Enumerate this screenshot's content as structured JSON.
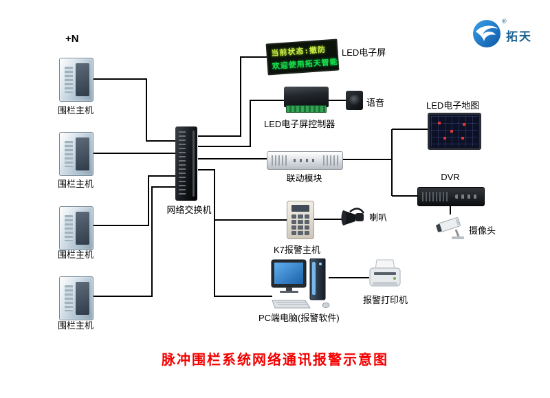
{
  "logo": {
    "brand": "拓天",
    "registered": "®"
  },
  "annotations": {
    "plus_n": "+N"
  },
  "devices": {
    "fence_host": {
      "label": "围栏主机"
    },
    "switch": {
      "label": "网络交换机"
    },
    "led_screen": {
      "label": "LED电子屏",
      "line1": "当前状态:撤防",
      "line2": "欢迎使用拓天智能"
    },
    "led_controller": {
      "label": "LED电子屏控制器"
    },
    "voice": {
      "label": "语音"
    },
    "linkage_module": {
      "label": "联动模块"
    },
    "led_map": {
      "label": "LED电子地图"
    },
    "dvr": {
      "label": "DVR"
    },
    "camera": {
      "label": "摄像头"
    },
    "k7_host": {
      "label": "K7报警主机"
    },
    "horn": {
      "label": "喇叭"
    },
    "pc": {
      "label": "PC端电脑(报警软件)"
    },
    "printer": {
      "label": "报警打印机"
    }
  },
  "title": "脉冲围栏系统网络通讯报警示意图",
  "colors": {
    "title": "#f40000",
    "wire": "#000000",
    "led_line1": "#c6e84a",
    "led_line2": "#19e24f",
    "logo_blue": "#0b57a6"
  }
}
